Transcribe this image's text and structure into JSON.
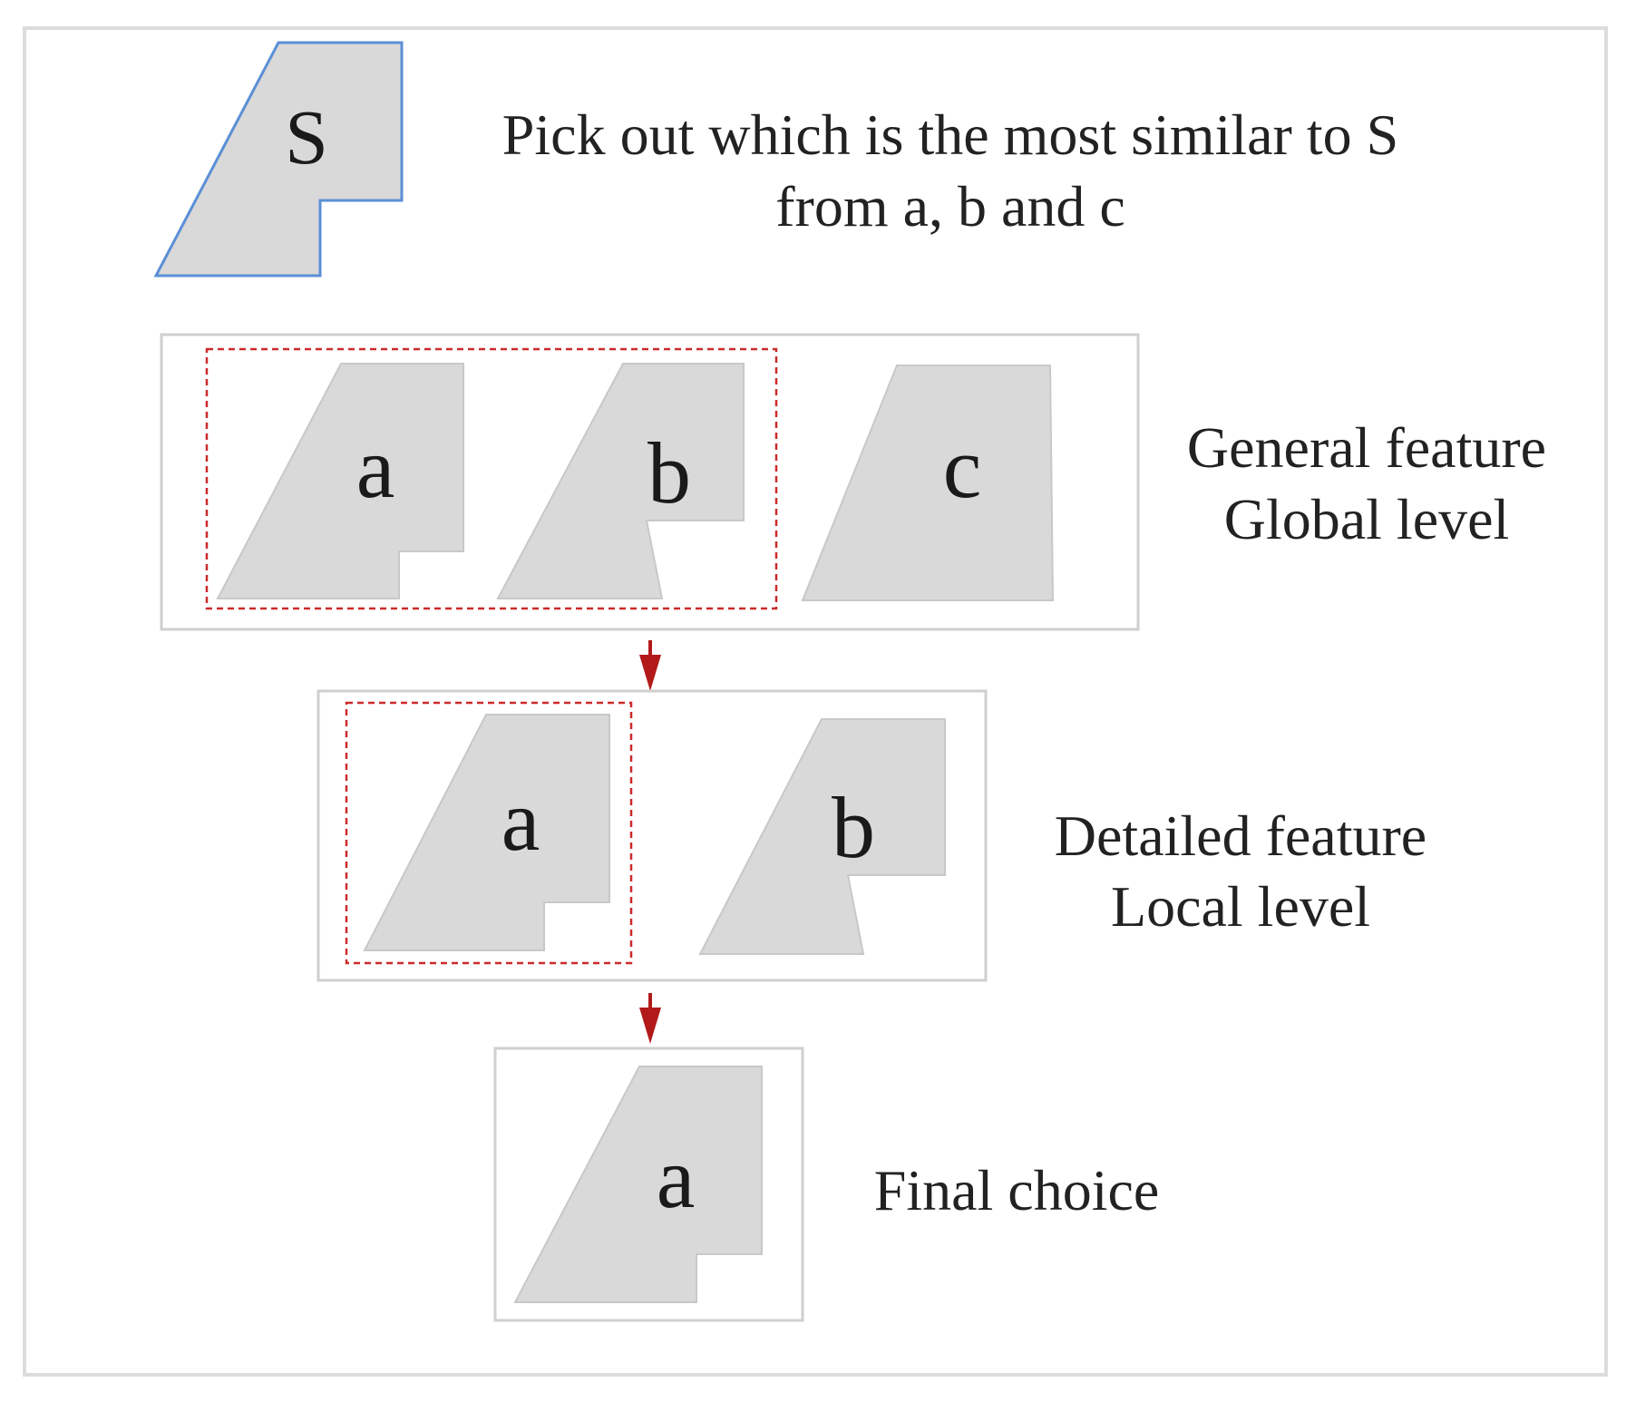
{
  "question": {
    "line1": "Pick out which is the most similar to S",
    "line2": "from a, b and c"
  },
  "shapes": {
    "reference": "S",
    "a": "a",
    "b": "b",
    "c": "c"
  },
  "stages": {
    "global": {
      "line1": "General feature",
      "line2": "Global level"
    },
    "local": {
      "line1": "Detailed feature",
      "line2": "Local level"
    },
    "final": {
      "line1": "Final choice"
    }
  },
  "colors": {
    "shape_fill": "#d9d9d9",
    "shape_stroke": "#c8c8c8",
    "reference_stroke": "#5b8fd6",
    "box_stroke": "#cfcfcf",
    "highlight": "#cc2a2a",
    "arrow": "#b21a1a",
    "outer_frame": "#dcdcdc"
  }
}
